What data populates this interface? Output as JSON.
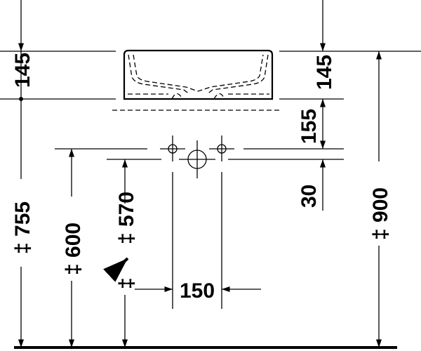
{
  "dimensions": {
    "basin_height_left": "145",
    "basin_height_right": "145",
    "gap_to_tap_line": "155",
    "tap_to_drain": "30",
    "floor_to_rim": "‡ 900",
    "floor_to_basin_base": "‡ 755",
    "floor_to_tap_line": "‡ 600",
    "floor_to_drain": "‡ 570",
    "tap_spacing": "150",
    "plus_minus_mark": "‡"
  }
}
